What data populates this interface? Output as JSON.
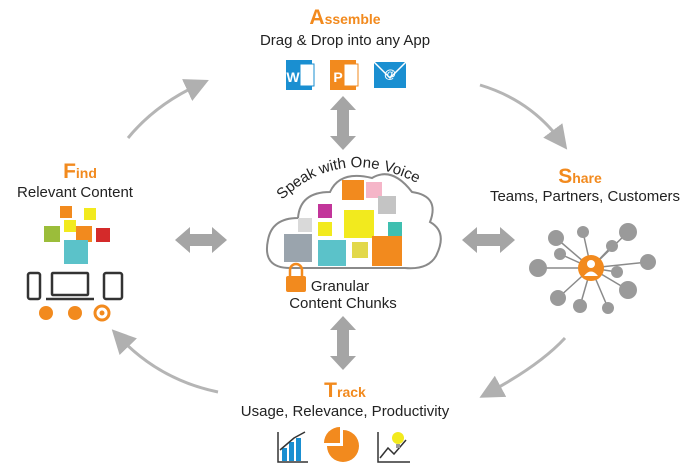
{
  "assemble": {
    "initial": "A",
    "rest": "ssemble",
    "subtitle": "Drag & Drop into any App"
  },
  "find": {
    "initial": "F",
    "rest": "ind",
    "subtitle": "Relevant Content"
  },
  "share": {
    "initial": "S",
    "rest": "hare",
    "subtitle": "Teams, Partners, Customers"
  },
  "track": {
    "initial": "T",
    "rest": "rack",
    "subtitle": "Usage, Relevance, Productivity"
  },
  "center": {
    "arc_text": "Speak with One Voice",
    "line1": "Granular",
    "line2": "Content Chunks"
  },
  "app_icons": {
    "word": "W",
    "powerpoint": "P",
    "email": "@"
  },
  "colors": {
    "accent": "#f28a1e",
    "blue": "#1a8fd1",
    "gray": "#9a9a9a",
    "cloud_stroke": "#8a8a8a"
  }
}
